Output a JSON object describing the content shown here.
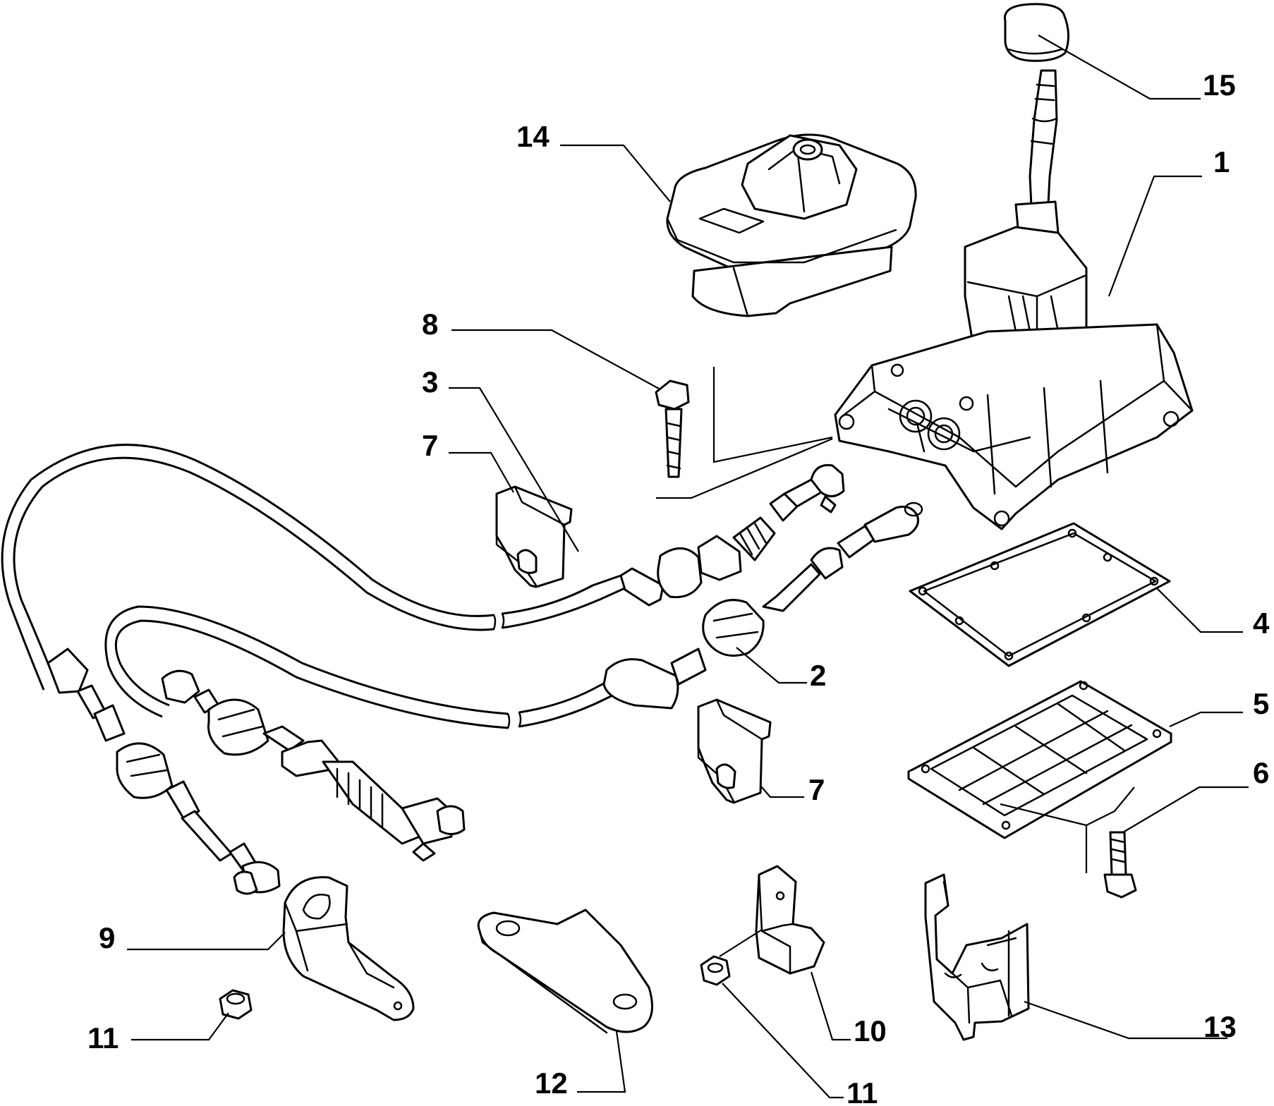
{
  "callouts": [
    {
      "id": "c1",
      "label": "1"
    },
    {
      "id": "c2",
      "label": "2"
    },
    {
      "id": "c3",
      "label": "3"
    },
    {
      "id": "c4",
      "label": "4"
    },
    {
      "id": "c5",
      "label": "5"
    },
    {
      "id": "c6",
      "label": "6"
    },
    {
      "id": "c7a",
      "label": "7"
    },
    {
      "id": "c7b",
      "label": "7"
    },
    {
      "id": "c8",
      "label": "8"
    },
    {
      "id": "c9",
      "label": "9"
    },
    {
      "id": "c10",
      "label": "10"
    },
    {
      "id": "c11a",
      "label": "11"
    },
    {
      "id": "c11b",
      "label": "11"
    },
    {
      "id": "c12",
      "label": "12"
    },
    {
      "id": "c13",
      "label": "13"
    },
    {
      "id": "c14",
      "label": "14"
    },
    {
      "id": "c15",
      "label": "15"
    }
  ],
  "colors": {
    "line": "#000000",
    "background": "#ffffff"
  }
}
